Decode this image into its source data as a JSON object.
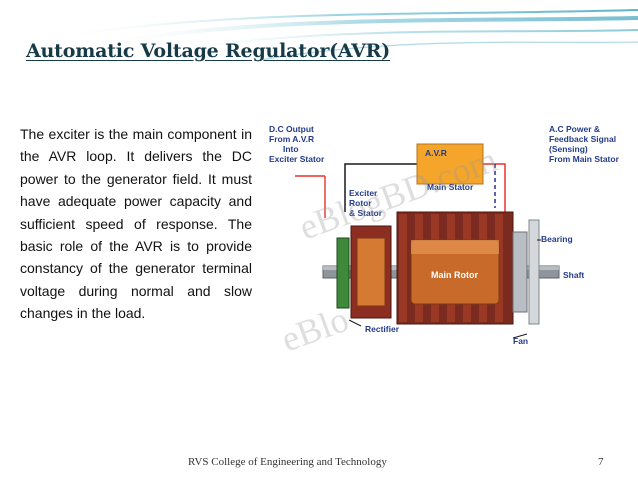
{
  "slide": {
    "title": "Automatic Voltage Regulator(AVR)",
    "body": "The exciter is the main component in the AVR loop. It delivers the DC power to the generator field. It must have adequate power capacity and sufficient speed of response. The basic role of the AVR is to provide constancy of the generator terminal voltage during normal and slow changes in the load.",
    "footer": "RVS College of Engineering and Technology",
    "page_number": "7"
  },
  "diagram": {
    "avr_box": "A.V.R",
    "dc_output": [
      "D.C Output",
      "From A.V.R",
      "Into",
      "Exciter Stator"
    ],
    "ac_power": [
      "A.C Power &",
      "Feedback Signal",
      "(Sensing)",
      "From Main Stator"
    ],
    "exciter": [
      "Exciter",
      "Rotor",
      "& Stator"
    ],
    "main_stator": "Main Stator",
    "main_rotor": "Main Rotor",
    "bearing": "Bearing",
    "shaft": "Shaft",
    "rectifier": "Rectifier",
    "fan": "Fan",
    "watermark_top": "eBlogBD.com",
    "watermark_bottom": "eBlo"
  },
  "colors": {
    "title": "#163a47",
    "avr_box": "#f4a52a",
    "signal_line": "#e8332a",
    "feedback_line": "#2b2f8e",
    "stator": "#7a2a1e",
    "copper": "#d57a33",
    "swoosh": "#5fb3c8"
  }
}
